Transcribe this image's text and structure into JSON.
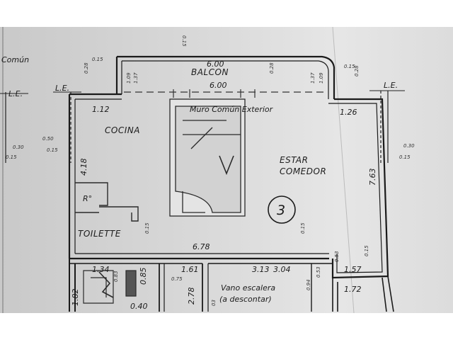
{
  "rooms": {
    "comun": "Común",
    "balcon": "BALCON",
    "cocina": "COCINA",
    "estar": "ESTAR",
    "comedor": "COMEDOR",
    "toilette": "TOILETTE",
    "r": "R°",
    "muro_comun": "Muro Común Exterior",
    "vano_1": "Vano escalera",
    "vano_2": "(a descontar)",
    "unit_number": "3"
  },
  "markers": {
    "le_left": "L.E.",
    "le_mid": "L.E.",
    "le_right": "L.E."
  },
  "dimensions": {
    "balcon_width": "6.00",
    "muro_width": "6.00",
    "cocina_top": "1.12",
    "estar_top": "1.26",
    "left_418": "4.18",
    "right_763": "7.63",
    "bottom_678": "6.78",
    "balcon_left_109": "1.09",
    "balcon_left_137": "1.37",
    "balcon_right_137": "1.37",
    "balcon_right_109": "1.09",
    "stair_313": "3.13",
    "stair_304": "3.04",
    "r_157": "1.57",
    "r_172": "1.72",
    "b_134": "1.34",
    "b_083": "0.83",
    "b_085": "0.85",
    "b_040": "0.40",
    "b_161": "1.61",
    "b_075": "0.75",
    "b_278": "2.78",
    "b_182": "1.82",
    "b_053": "0.53",
    "b_094": "0.94",
    "b_03": "03"
  },
  "wall_marks": {
    "t015_a": "0.15",
    "t028_a": "0.28",
    "t028_b": "0.28",
    "t015_b": "0.15",
    "t028_c": "0.28",
    "l030": "0.30",
    "l015": "0.15",
    "l050": "0.50",
    "l015b": "0.15",
    "r030": "0.30",
    "r015": "0.15",
    "m015_a": "0.15",
    "m015_b": "0.15",
    "m015_c": "0.15",
    "m053": "0.53",
    "top_015": "0.15"
  },
  "colors": {
    "paper": "#d6d6d6",
    "line": "#1a1a1a",
    "text": "#1c1c1c"
  }
}
